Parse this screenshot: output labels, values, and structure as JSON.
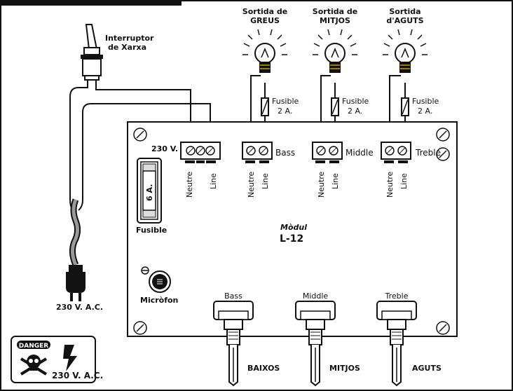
{
  "switch": {
    "label_line1": "Interruptor",
    "label_line2": "de Xarxa"
  },
  "plug": {
    "label": "230 V. A.C."
  },
  "outputs": [
    {
      "title_line1": "Sortida de",
      "title_line2": "GREUS",
      "fuse_label": "Fusible",
      "fuse_value": "2 A.",
      "channel": "Bass"
    },
    {
      "title_line1": "Sortida de",
      "title_line2": "MITJOS",
      "fuse_label": "Fusible",
      "fuse_value": "2 A.",
      "channel": "Middle"
    },
    {
      "title_line1": "Sortida",
      "title_line2": "d'AGUTS",
      "fuse_label": "Fusible",
      "fuse_value": "2 A.",
      "channel": "Treble"
    }
  ],
  "module": {
    "power_label": "230 V.",
    "terminal_neutral": "Neutre",
    "terminal_line": "Line",
    "fuse_value": "6 A.",
    "fuse_label": "Fusible",
    "title_line1": "Mòdul",
    "title_line2": "L-12",
    "mic_label": "Micròfon"
  },
  "pots": [
    {
      "top_label": "Bass",
      "bottom_label": "BAIXOS"
    },
    {
      "top_label": "Middle",
      "bottom_label": "MITJOS"
    },
    {
      "top_label": "Treble",
      "bottom_label": "AGUTS"
    }
  ],
  "danger": {
    "badge": "DANGER",
    "voltage": "230 V. A.C."
  }
}
